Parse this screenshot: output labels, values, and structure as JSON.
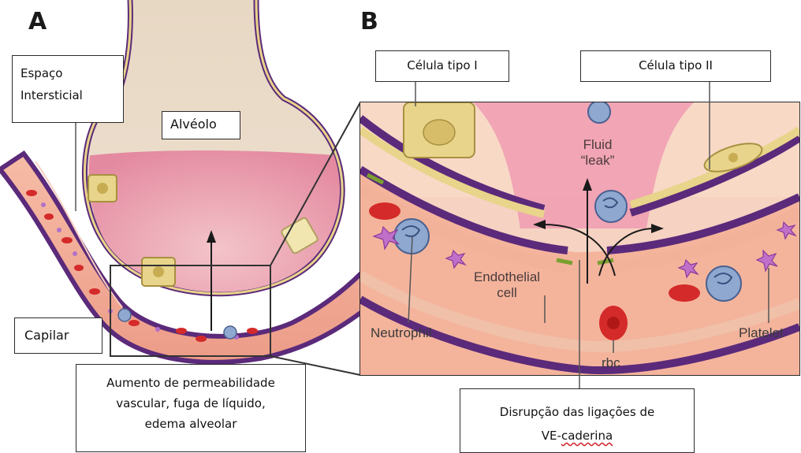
{
  "panels": {
    "a": "A",
    "b": "B"
  },
  "labels_pt": {
    "interstitial_line1": "Espaço",
    "interstitial_line2": "Intersticial",
    "alveolus": "Alvéolo",
    "capillary": "Capilar",
    "type1": "Célula tipo I",
    "type2": "Célula tipo II",
    "permeability_line1": "Aumento de permeabilidade",
    "permeability_line2": "vascular, fuga de líquido,",
    "permeability_line3": "edema alveolar",
    "disruption_line1": "Disrupção das ligações de",
    "disruption_line2_pre": "VE-",
    "disruption_line2_word": "caderina"
  },
  "labels_en": {
    "fluid_line1": "Fluid",
    "fluid_line2": "“leak”",
    "endothelial_line1": "Endothelial",
    "endothelial_line2": "cell",
    "neutrophil": "Neutrophil",
    "platelet": "Platelet",
    "rbc": "rbc"
  },
  "colors": {
    "membrane_purple": "#5b2a7a",
    "epithelial_yellow": "#e8d48a",
    "alveolar_fluid_pink": "#e58aa0",
    "vessel_salmon": "#f0a98f",
    "rbc_red": "#d42a2a",
    "neutrophil_blue": "#8fa8d0",
    "platelet_violet": "#c070c8"
  }
}
